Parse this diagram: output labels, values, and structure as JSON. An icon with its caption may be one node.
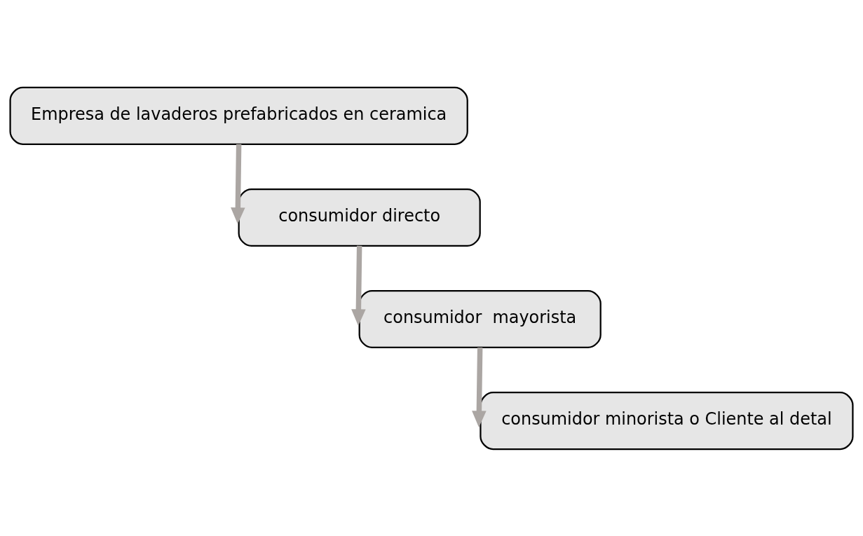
{
  "diagram": {
    "nodes": [
      {
        "text": [
          "Empresa de lavaderos prefabricados en ceramica"
        ]
      },
      {
        "text": [
          "consumidor directo"
        ]
      },
      {
        "text": [
          "consumidor  mayorista"
        ]
      },
      {
        "text": [
          "consumidor minorista o Cliente al detal"
        ]
      }
    ],
    "edges": [
      {
        "from": 0,
        "to": 1,
        "arrow": "to"
      },
      {
        "from": 1,
        "to": 2,
        "arrow": "to"
      },
      {
        "from": 2,
        "to": 3,
        "arrow": "to"
      }
    ]
  }
}
